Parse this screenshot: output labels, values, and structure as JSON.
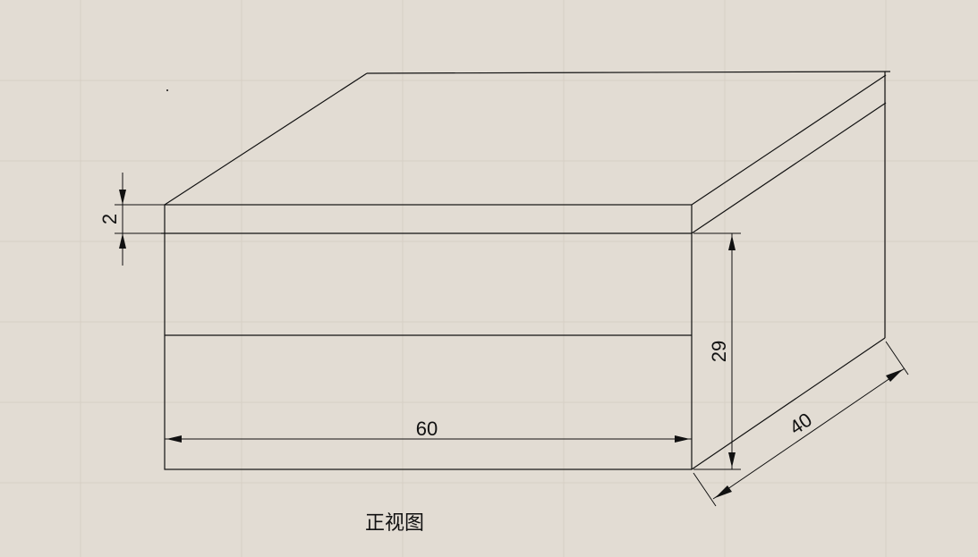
{
  "drawing": {
    "dimensions": {
      "width": "60",
      "height": "29",
      "depth": "40",
      "lid_thickness": "2"
    },
    "caption": "正视图"
  },
  "colors": {
    "background": "#e2dcd3",
    "line": "#111111"
  }
}
